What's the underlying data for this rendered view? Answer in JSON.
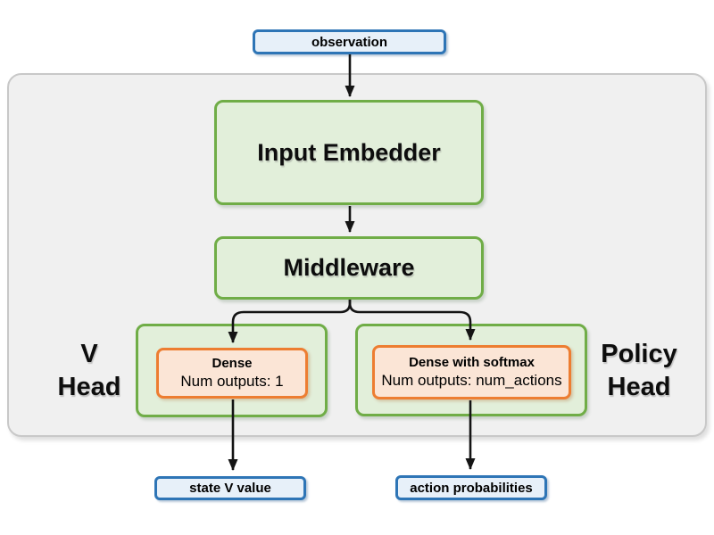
{
  "diagram": {
    "observation_box": {
      "label": "observation"
    },
    "network_panel": {
      "input_embedder": {
        "label": "Input Embedder"
      },
      "middleware": {
        "label": "Middleware"
      },
      "v_head": {
        "title_line1": "V",
        "title_line2": "Head",
        "layer": {
          "name": "Dense",
          "num_outputs": "Num outputs: 1"
        }
      },
      "policy_head": {
        "title_line1": "Policy",
        "title_line2": "Head",
        "layer": {
          "name": "Dense with softmax",
          "num_outputs": "Num outputs: num_actions"
        }
      }
    },
    "outputs": {
      "state_v_value": {
        "label": "state V value"
      },
      "action_probabilities": {
        "label": "action probabilities"
      }
    },
    "colors": {
      "blue_border": "#2E75B6",
      "blue_fill": "#E7F0F9",
      "green_border": "#70AD47",
      "green_fill": "#E2EFDA",
      "orange_border": "#ED7D31",
      "orange_fill": "#FBE5D6",
      "panel_fill": "#F0F0F0",
      "panel_border": "#C8C8C8",
      "arrow": "#141414"
    }
  }
}
